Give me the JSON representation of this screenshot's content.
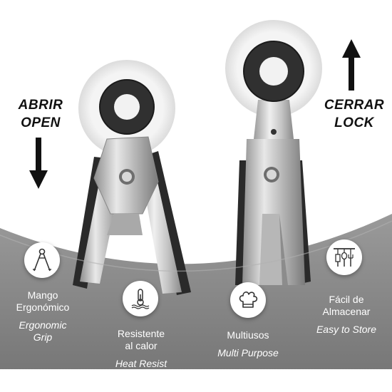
{
  "labels": {
    "open_es": "ABRIR",
    "open_en": "OPEN",
    "lock_es": "CERRAR",
    "lock_en": "LOCK"
  },
  "features": [
    {
      "title": "Mango\nErgonómico",
      "subtitle": "Ergonomic\nGrip",
      "icon": "tongs-icon"
    },
    {
      "title": "Resistente\nal calor",
      "subtitle": "Heat Resist",
      "icon": "heat-thermometer-icon"
    },
    {
      "title": "Multiusos",
      "subtitle": "Multi Purpose",
      "icon": "chef-hat-icon"
    },
    {
      "title": "Fácil de\nAlmacenar",
      "subtitle": "Easy to Store",
      "icon": "hanging-utensils-icon"
    }
  ],
  "colors": {
    "band": "#8a8a8a",
    "band_dark": "#7d7d7d",
    "steel": "#c9c9c9",
    "ring": "#2e2e2e",
    "text": "#111111"
  }
}
